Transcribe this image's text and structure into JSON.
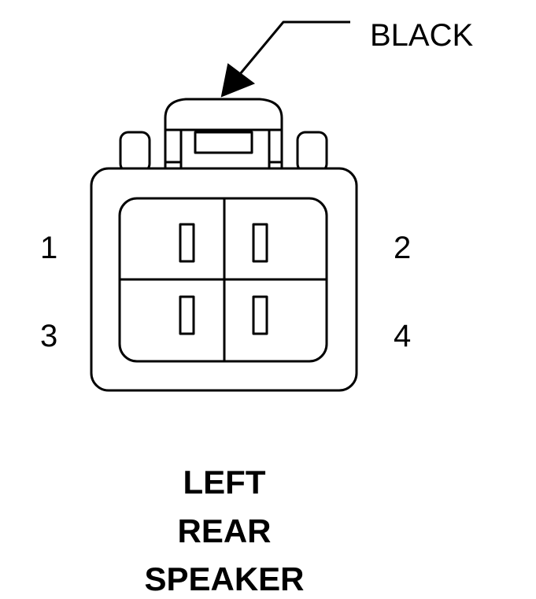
{
  "connector": {
    "color_label": "BLACK",
    "pins": [
      {
        "number": "1"
      },
      {
        "number": "2"
      },
      {
        "number": "3"
      },
      {
        "number": "4"
      }
    ]
  },
  "caption": {
    "lines": [
      "LEFT",
      "REAR",
      "SPEAKER"
    ]
  },
  "colors": {
    "ink": "#000000",
    "background": "#ffffff"
  }
}
